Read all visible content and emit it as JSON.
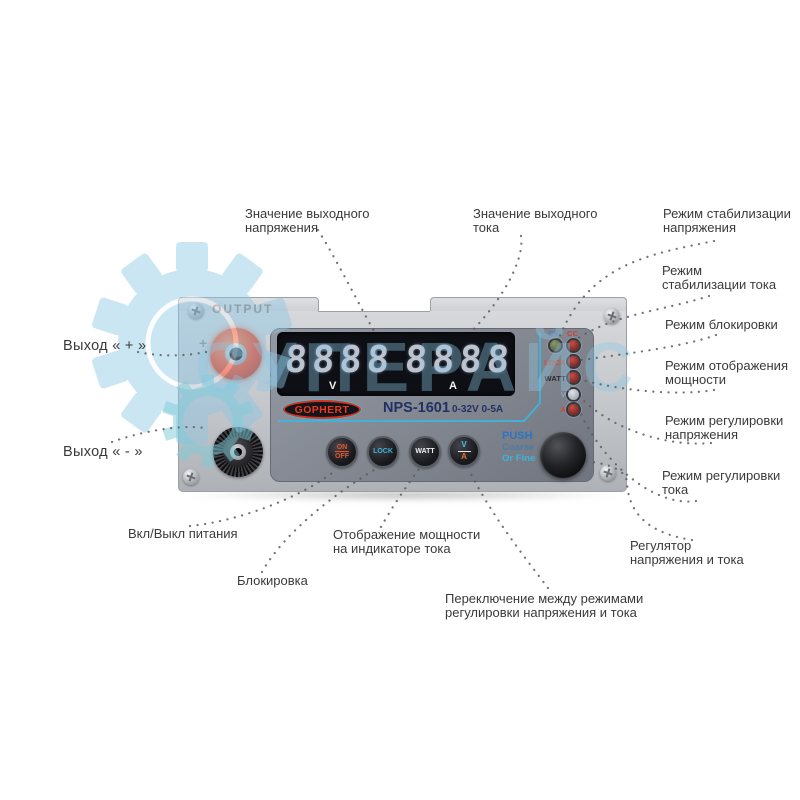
{
  "colors": {
    "accent_cyan": "#3cb6e0",
    "brand_red": "#e23a1e",
    "model_navy": "#223163",
    "watermark_blue": "#8ec8e6",
    "terminal_plus_red": "#f23c1a",
    "panel_gray": "#c6c9cd",
    "slate_gray": "#868b96"
  },
  "watermark": {
    "brand_text": "СУПЕРАЙС"
  },
  "device": {
    "panel_print": "OUTPUT",
    "polarity_plus": "+",
    "brand": "GOPHERT",
    "model": "NPS-1601",
    "rating": "0-32V 0-5A",
    "display": {
      "voltage_value": "8888",
      "voltage_unit": "V",
      "current_value": "8888",
      "current_unit": "A"
    },
    "indicators": [
      {
        "label": "CV",
        "color": "#4a7ec2"
      },
      {
        "label": "CC",
        "color": "#cc4036"
      },
      {
        "label": "LOCK",
        "color": "#cc5036"
      },
      {
        "label": "WATT",
        "color": "#2a2a2e"
      },
      {
        "label": "V",
        "color": "#8fa6c4"
      },
      {
        "label": "A",
        "color": "#cc4a38"
      }
    ],
    "buttons": {
      "on_off": {
        "top": "ON",
        "bottom": "OFF",
        "color": "#e8552a"
      },
      "lock": {
        "label": "LOCK",
        "color": "#3fb2dc"
      },
      "watt": {
        "label": "WATT",
        "color": "#f0f0f2"
      },
      "va": {
        "top": "V",
        "bottom": "A",
        "top_color": "#49c2e0",
        "bottom_color": "#e87038"
      }
    },
    "knob": {
      "line1": "PUSH",
      "line2": "Coarse",
      "line3": "Or Fine"
    }
  },
  "callouts": [
    {
      "lines": [
        "Значение выходного",
        "напряжения"
      ]
    },
    {
      "lines": [
        "Значение выходного",
        "тока"
      ]
    },
    {
      "lines": [
        "Режим стабилизации",
        "напряжения"
      ]
    },
    {
      "lines": [
        "Режим",
        "стабилизации тока"
      ]
    },
    {
      "lines": [
        "Режим блокировки"
      ]
    },
    {
      "lines": [
        "Режим отображения",
        "мощности"
      ]
    },
    {
      "lines": [
        "Режим регулировки",
        "напряжения"
      ]
    },
    {
      "lines": [
        "Режим регулировки",
        "тока"
      ]
    },
    {
      "lines": [
        "Регулятор",
        "напряжения и тока"
      ]
    },
    {
      "lines": [
        "Выход « + »"
      ]
    },
    {
      "lines": [
        "Выход « - »"
      ]
    },
    {
      "lines": [
        "Вкл/Выкл питания"
      ]
    },
    {
      "lines": [
        "Отображение мощности",
        "на индикаторе тока"
      ]
    },
    {
      "lines": [
        "Блокировка"
      ]
    },
    {
      "lines": [
        "Переключение между режимами",
        "регулировки напряжения и тока"
      ]
    }
  ]
}
